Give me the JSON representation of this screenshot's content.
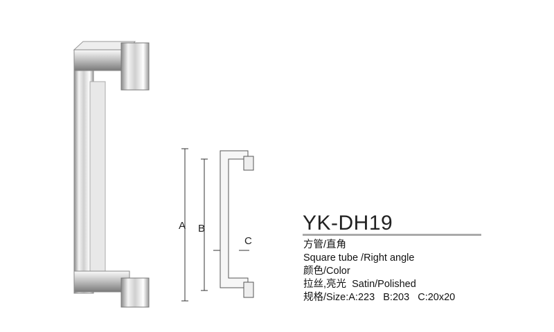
{
  "product": {
    "model": "YK-DH19",
    "specs": [
      "方管/直角",
      "Square tube /Right angle",
      "颜色/Color",
      "拉丝,亮光  Satin/Polished",
      "规格/Size:A:223   B:203   C:20x20"
    ]
  },
  "dimensions": {
    "a": "A",
    "b": "B",
    "c": "C"
  }
}
